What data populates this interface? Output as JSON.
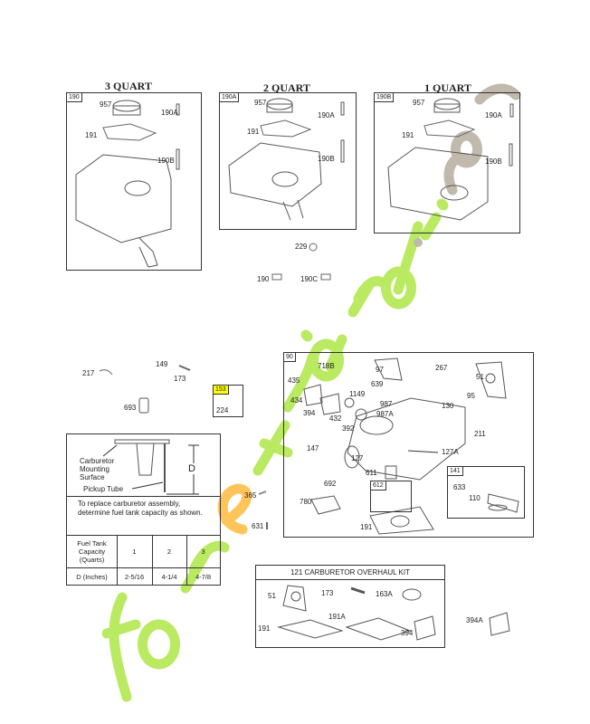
{
  "tanks": [
    {
      "title": "3 QUART",
      "ref": "190",
      "parts": [
        "957",
        "190A",
        "191",
        "190B"
      ]
    },
    {
      "title": "2 QUART",
      "ref": "190A",
      "parts": [
        "957",
        "190A",
        "191",
        "190B"
      ]
    },
    {
      "title": "1 QUART",
      "ref": "190B",
      "parts": [
        "957",
        "190A",
        "191",
        "190B"
      ]
    }
  ],
  "loose_parts": {
    "p229": "229",
    "p190": "190",
    "p190C": "190C",
    "p217": "217",
    "p149": "149",
    "p173": "173",
    "p693": "693",
    "p365": "365",
    "p631": "631"
  },
  "box153": {
    "ref": "153",
    "part": "224",
    "highlight": "#ffff00"
  },
  "capacity_table": {
    "mount_label": "Carburetor Mounting Surface",
    "pickup_label": "Pickup Tube",
    "dim_label": "D",
    "instruction": "To replace carburetor assembly, determine fuel tank capacity as shown.",
    "row1": [
      "Fuel Tank Capacity (Quarts)",
      "1",
      "2",
      "3"
    ],
    "row2": [
      "D (Inches)",
      "2-5/16",
      "4-1/4",
      "4-7/8"
    ]
  },
  "carburetor": {
    "ref": "90",
    "labels": {
      "l718B": "718B",
      "l97": "97",
      "l267": "267",
      "l51": "51",
      "l435": "435",
      "l434": "434",
      "l394": "394",
      "l639": "639",
      "l1149": "1149",
      "l987": "987",
      "l987A": "987A",
      "l432": "432",
      "l392": "392",
      "l130": "130",
      "l95": "95",
      "l211": "211",
      "l147": "147",
      "l127": "127",
      "l127A": "127A",
      "l611": "611",
      "l692": "692",
      "l780": "780",
      "l191": "191"
    },
    "box612": "612",
    "box141": {
      "ref": "141",
      "parts": [
        "633",
        "110"
      ]
    }
  },
  "overhaul_kit": {
    "title": "121 CARBURETOR OVERHAUL KIT",
    "labels": {
      "l51": "51",
      "l173": "173",
      "l163A": "163A",
      "l191": "191",
      "l191A": "191A",
      "l394": "394"
    }
  },
  "p394A": "394A",
  "watermark": {
    "text": "foretjardin.com",
    "green": "#9be000",
    "orange": "#ffb000",
    "gray": "#a89c8c"
  }
}
